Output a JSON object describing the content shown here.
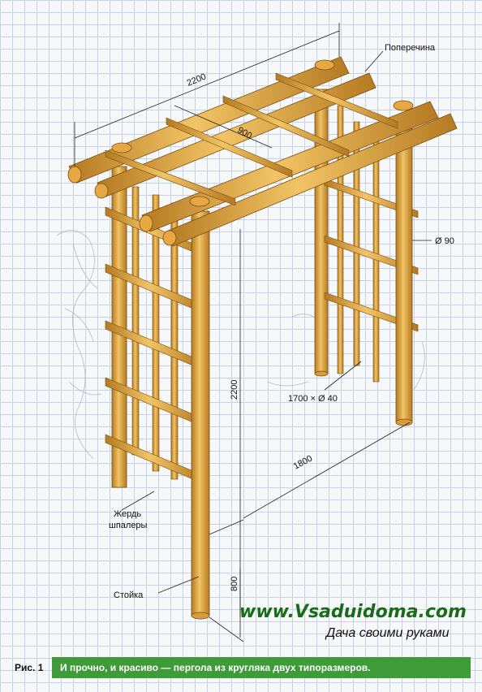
{
  "labels": {
    "crossbar": "Поперечина",
    "diameter_large": "Ø 90",
    "trellis_rail": "1700 × Ø 40",
    "trellis_pole_1": "Жердь",
    "trellis_pole_2": "шпалеры",
    "post": "Стойка"
  },
  "dimensions": {
    "length_top": "2200",
    "spacing": "900",
    "height": "2200",
    "width": "1800",
    "depth_underground": "800"
  },
  "watermark": {
    "site": "www.Vsaduidoma.com",
    "tagline": "Дача своими руками"
  },
  "caption": {
    "fig": "Рис. 1",
    "text": "И прочно, и красиво — пергола из кругляка двух типоразмеров."
  },
  "colors": {
    "wood": "#e8b04a",
    "wood_dark": "#b57a22",
    "caption_bg": "#3f9a3a",
    "watermark_green": "#1a6b1a"
  }
}
